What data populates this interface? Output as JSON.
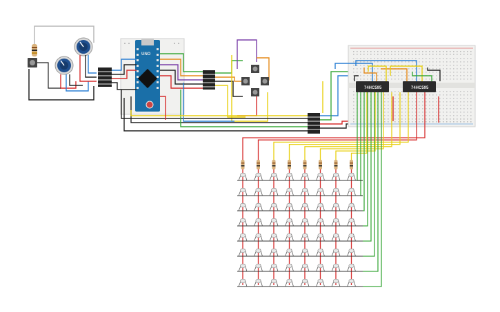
{
  "canvas": {
    "background": "#ffffff"
  },
  "colors": {
    "wire_red": "#d62b2b",
    "wire_black": "#222222",
    "wire_yellow": "#e8cf10",
    "wire_green": "#3aa83a",
    "wire_blue": "#2a7fd4",
    "wire_orange": "#e58a1a",
    "wire_purple": "#7a3fa8",
    "wire_grey": "#b9b9b9",
    "wire_white": "#dcdcdc",
    "arduino_board": "#1a6fa8",
    "breadboard": "#f1f1ef",
    "chip_body": "#2b2b2b",
    "knob": "#1f4f8f"
  },
  "components": {
    "arduino": {
      "icon": "microcontroller-board-icon"
    },
    "potentiometers": [
      {
        "icon": "potentiometer-icon"
      },
      {
        "icon": "potentiometer-icon"
      }
    ],
    "pushbuttons": [
      {
        "icon": "pushbutton-icon"
      },
      {
        "icon": "pushbutton-icon"
      },
      {
        "icon": "pushbutton-icon"
      },
      {
        "icon": "pushbutton-icon"
      }
    ],
    "shift_registers": [
      {
        "label": "74HC595"
      },
      {
        "label": "74HC595"
      }
    ],
    "led_matrix": {
      "rows": 8,
      "cols": 8,
      "icon": "led-icon"
    }
  }
}
